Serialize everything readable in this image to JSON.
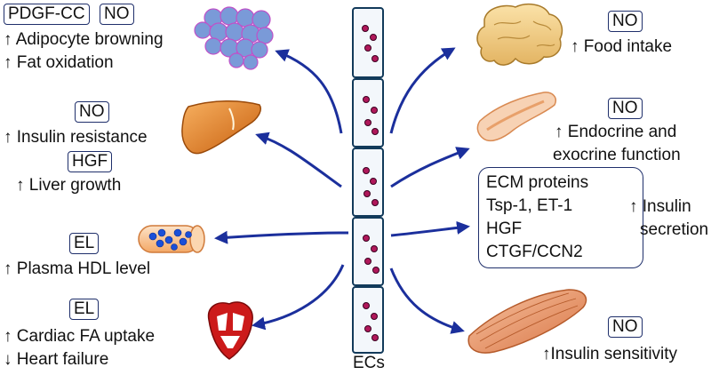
{
  "center_label": "ECs",
  "left": {
    "adipose": {
      "box1": "PDGF-CC",
      "box2": "NO",
      "line1": "↑ Adipocyte browning",
      "line2": "↑ Fat oxidation"
    },
    "liver": {
      "box1": "NO",
      "line1": "↑ Insulin resistance",
      "box2": "HGF",
      "line2": "↑ Liver growth"
    },
    "vessel": {
      "box": "EL",
      "line": "↑ Plasma HDL level"
    },
    "heart": {
      "box": "EL",
      "line1": "↑  Cardiac FA uptake",
      "line2": "↓ Heart failure"
    }
  },
  "right": {
    "brain": {
      "box": "NO",
      "line": "↑ Food intake"
    },
    "pancreas": {
      "box": "NO",
      "line1": "↑ Endocrine and",
      "line2": "exocrine function"
    },
    "factors": {
      "items": [
        "ECM proteins",
        "Tsp-1, ET-1",
        "HGF",
        "CTGF/CCN2"
      ],
      "line1": "↑ Insulin",
      "line2": "secretion"
    },
    "muscle": {
      "box": "NO",
      "line": "↑Insulin sensitivity"
    }
  },
  "colors": {
    "arrow": "#1b2f9c",
    "box_border": "#1f2f6b",
    "nucleus": "#b0185a",
    "adipose": "#7a9ad8",
    "liver": "#e07a1e",
    "heart": "#cc1a1a",
    "muscle": "#e8966a"
  }
}
